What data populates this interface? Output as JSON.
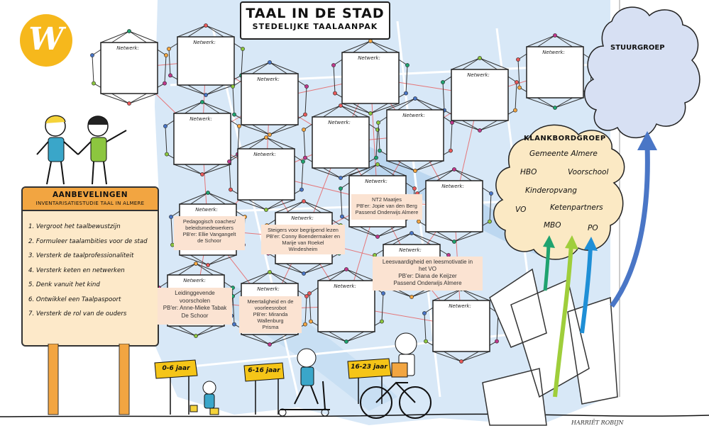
{
  "title": {
    "main": "TAAL IN DE STAD",
    "sub": "STEDELIJKE TAALAANPAK"
  },
  "network_label": "Netwerk:",
  "recommendations": {
    "title": "AANBEVELINGEN",
    "subtitle": "INVENTARISATIESTUDIE TAAL IN ALMERE",
    "items": [
      "1. Vergroot het taalbewustzijn",
      "2. Formuleer taalambities voor de stad",
      "3. Versterk de taalprofessionaliteit",
      "4. Versterk keten en netwerken",
      "5. Denk vanuit het kind",
      "6. Ontwikkel een Taalpaspoort",
      "7. Versterk de rol van de ouders"
    ]
  },
  "info_boxes": [
    {
      "lines": [
        "Pedagogisch coaches/",
        "beleidsmedewerkers",
        "PB'er: Ellie Vangangelt",
        "de Schoor"
      ]
    },
    {
      "lines": [
        "Steigers voor begrijpend lezen",
        "PB'er: Conny Boendermaker en",
        "Marije van Roekel",
        "Windesheim"
      ]
    },
    {
      "lines": [
        "NT2 Maatjes",
        "PB'er: Jopie van den Berg",
        "Passend Onderwijs Almere"
      ]
    },
    {
      "lines": [
        "Leesvaardigheid en leesmotivatie in",
        "het VO",
        "PB'er: Diana de Keijzer",
        "Passend Onderwijs Almere"
      ]
    },
    {
      "lines": [
        "Leidinggevende",
        "voorscholen",
        "PB'er: Anne-Mieke Tabak",
        "De Schoor"
      ]
    },
    {
      "lines": [
        "Meertaligheid en de",
        "voorleesrobot",
        "PB'er: Miranda",
        "Wallenburg",
        "Prisma"
      ]
    }
  ],
  "stuurgroep": "STUURGROEP",
  "klankbordgroep": {
    "title": "KLANKBORDGROEP",
    "members": [
      "Gemeente Almere",
      "HBO",
      "Voorschool",
      "Kinderopvang",
      "VO",
      "Ketenpartners",
      "MBO",
      "PO"
    ]
  },
  "age_signs": [
    "0-6 jaar",
    "6-16 jaar",
    "16-23 jaar"
  ],
  "signature": "HARRIËT ROBIJN",
  "colors": {
    "logo": "#f6b81c",
    "recommendations_header": "#f2a541",
    "recommendations_body": "#fde9c9",
    "info_box": "#fbe3d2",
    "cloud": "#d7e0f3",
    "klankbord_cloud": "#fbe9c4",
    "network_line": "#e85a5a",
    "map": "#cfe3f5",
    "arrow_blue": "#4a76c6",
    "arrow_green": "#9fce3b",
    "arrow_teal": "#1fa36f",
    "arrow_light_blue": "#1f8fd6",
    "age_sign": "#f5c518"
  }
}
